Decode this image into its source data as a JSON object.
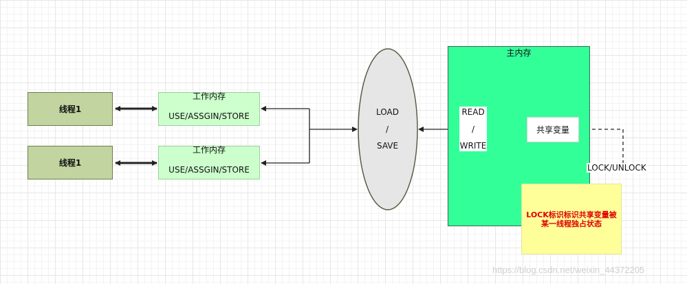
{
  "threads": [
    {
      "label": "线程1"
    },
    {
      "label": "线程1"
    }
  ],
  "work_memories": [
    {
      "title": "工作内存",
      "ops": "USE/ASSGIN/STORE"
    },
    {
      "title": "工作内存",
      "ops": "USE/ASSGIN/STORE"
    }
  ],
  "load_save": {
    "line1": "LOAD",
    "line2": "/",
    "line3": "SAVE"
  },
  "main_memory": {
    "title": "主内存"
  },
  "read_write": {
    "line1": "READ",
    "line2": "/",
    "line3": "WRITE"
  },
  "shared_variable": {
    "label": "共享变量"
  },
  "lock_label": "LOCK/UNLOCK",
  "note": {
    "text": "LOCK标识标识共享变量被某一线程独占状态"
  },
  "watermark": "https://blog.csdn.net/weixin_44372205",
  "colors": {
    "thread": "#c2d5a0",
    "work_memory": "#ccffcc",
    "main_memory": "#33ff99",
    "ellipse": "#e6e6e6",
    "note_bg": "#ffff99",
    "note_text": "#e00000"
  }
}
